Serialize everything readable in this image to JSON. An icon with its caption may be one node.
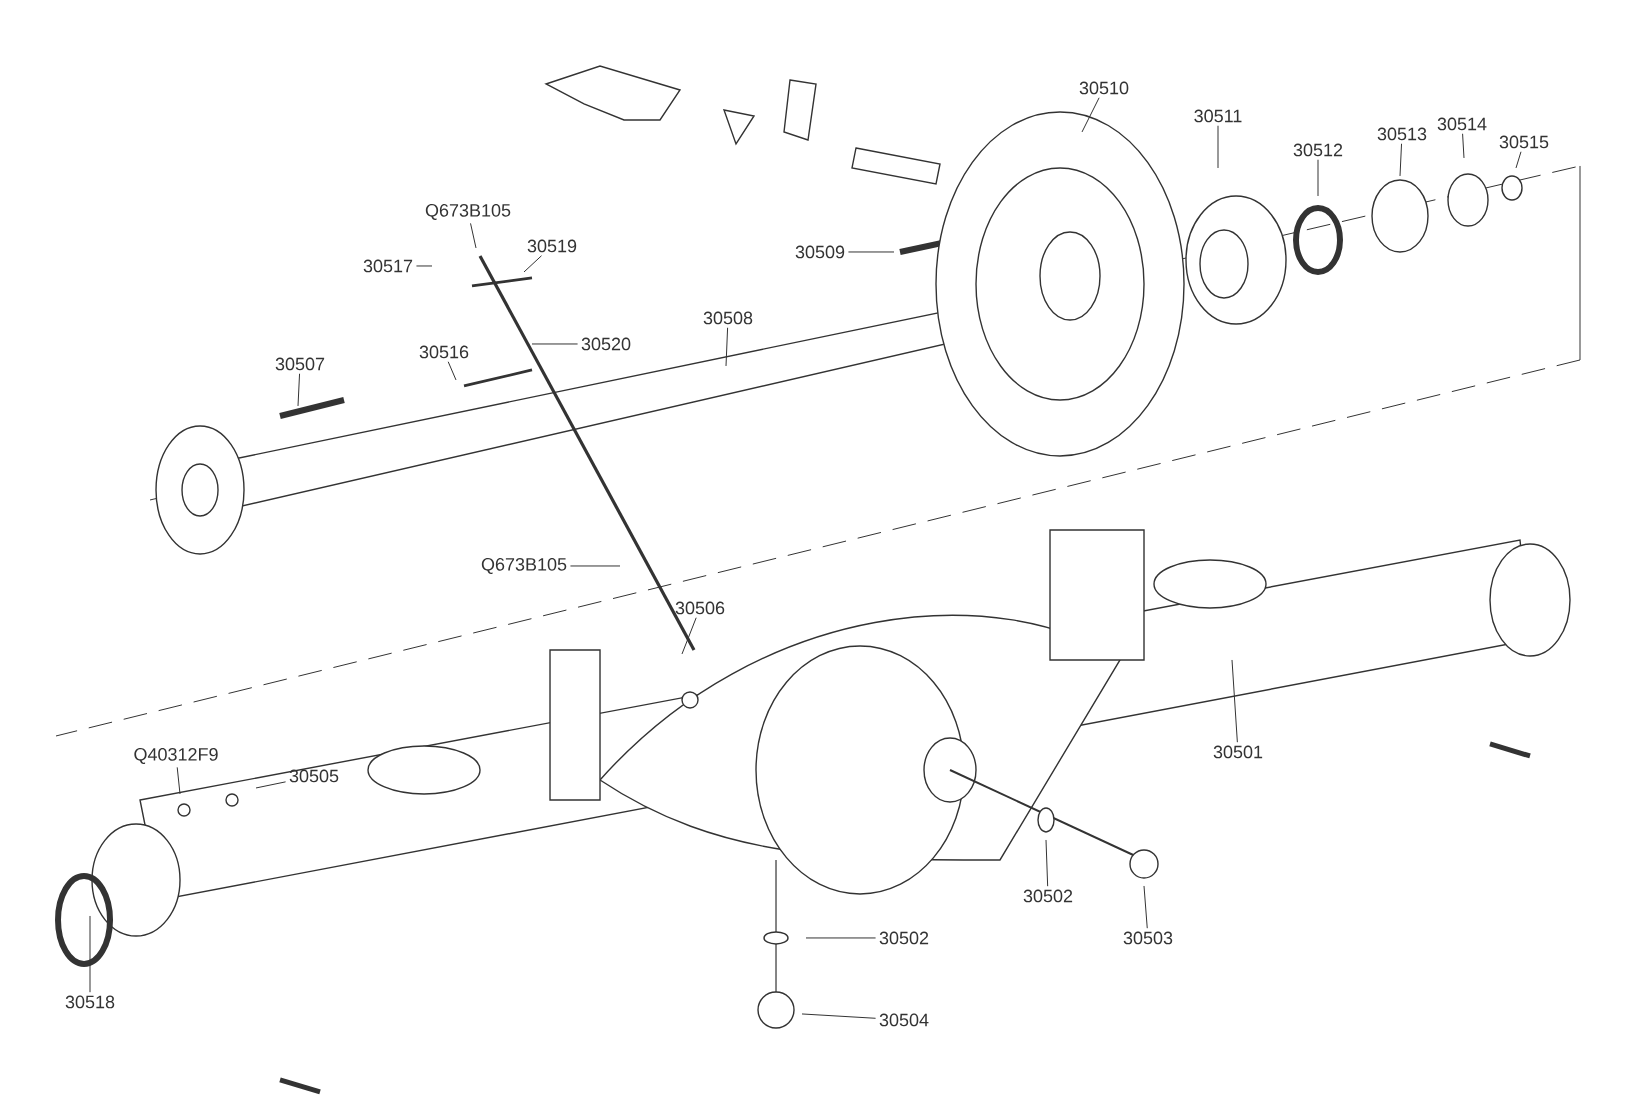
{
  "diagram": {
    "nodes": [
      {
        "text": [
          "30510"
        ]
      },
      {
        "text": [
          "30511"
        ]
      },
      {
        "text": [
          "30512"
        ]
      },
      {
        "text": [
          "30513"
        ]
      },
      {
        "text": [
          "30514"
        ]
      },
      {
        "text": [
          "30515"
        ]
      },
      {
        "text": [
          "30509"
        ]
      },
      {
        "text": [
          "Q673B105"
        ]
      },
      {
        "text": [
          "30517"
        ]
      },
      {
        "text": [
          "30519"
        ]
      },
      {
        "text": [
          "30520"
        ]
      },
      {
        "text": [
          "30516"
        ]
      },
      {
        "text": [
          "30508"
        ]
      },
      {
        "text": [
          "30507"
        ]
      },
      {
        "text": [
          "Q673B105"
        ]
      },
      {
        "text": [
          "30506"
        ]
      },
      {
        "text": [
          "Q40312F9"
        ]
      },
      {
        "text": [
          "30505"
        ]
      },
      {
        "text": [
          "30518"
        ]
      },
      {
        "text": [
          "30501"
        ]
      },
      {
        "text": [
          "30502"
        ]
      },
      {
        "text": [
          "30503"
        ]
      },
      {
        "text": [
          "30502"
        ]
      },
      {
        "text": [
          "30504"
        ]
      }
    ],
    "edges": [
      {
        "from": 0,
        "to": null,
        "arrow": "none"
      },
      {
        "from": 1,
        "to": null,
        "arrow": "none"
      },
      {
        "from": 2,
        "to": null,
        "arrow": "none"
      },
      {
        "from": 3,
        "to": null,
        "arrow": "none"
      },
      {
        "from": 4,
        "to": null,
        "arrow": "none"
      },
      {
        "from": 5,
        "to": null,
        "arrow": "none"
      },
      {
        "from": 6,
        "to": null,
        "arrow": "none"
      },
      {
        "from": 7,
        "to": null,
        "arrow": "none"
      },
      {
        "from": 8,
        "to": null,
        "arrow": "none"
      },
      {
        "from": 9,
        "to": null,
        "arrow": "none"
      },
      {
        "from": 10,
        "to": null,
        "arrow": "none"
      },
      {
        "from": 11,
        "to": null,
        "arrow": "none"
      },
      {
        "from": 12,
        "to": null,
        "arrow": "none"
      },
      {
        "from": 13,
        "to": null,
        "arrow": "none"
      },
      {
        "from": 14,
        "to": null,
        "arrow": "none"
      },
      {
        "from": 15,
        "to": null,
        "arrow": "none"
      },
      {
        "from": 16,
        "to": null,
        "arrow": "none"
      },
      {
        "from": 17,
        "to": null,
        "arrow": "none"
      },
      {
        "from": 18,
        "to": null,
        "arrow": "none"
      },
      {
        "from": 19,
        "to": null,
        "arrow": "none"
      },
      {
        "from": 20,
        "to": null,
        "arrow": "none"
      },
      {
        "from": 21,
        "to": null,
        "arrow": "none"
      },
      {
        "from": 22,
        "to": null,
        "arrow": "none"
      },
      {
        "from": 23,
        "to": null,
        "arrow": "none"
      }
    ]
  }
}
